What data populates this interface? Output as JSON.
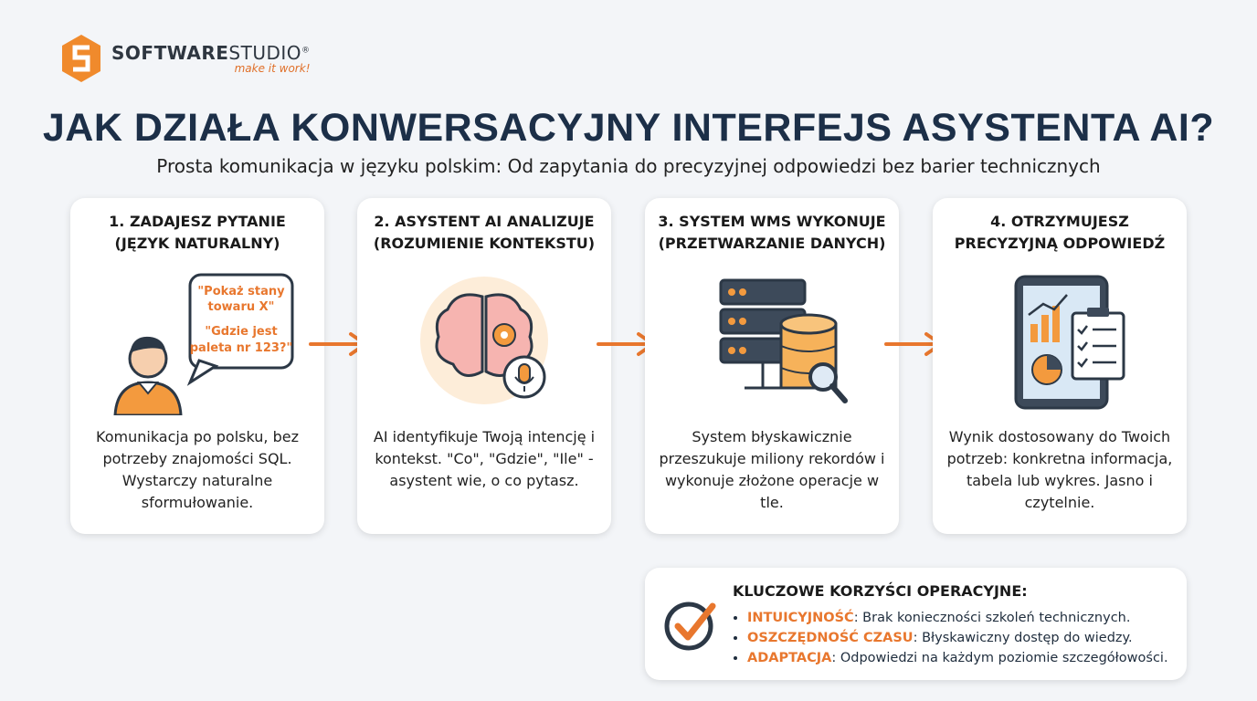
{
  "logo": {
    "brand_bold": "SOFTWARE",
    "brand_light": "STUDIO",
    "registered": "®",
    "tagline": "make it work!"
  },
  "title": "JAK DZIAŁA KONWERSACYJNY INTERFEJS ASYSTENTA AI?",
  "subtitle": "Prosta komunikacja w języku polskim: Od zapytania do precyzyjnej odpowiedzi bez barier technicznych",
  "colors": {
    "accent": "#e8772e",
    "navy": "#1c2f48",
    "dark": "#3a4654"
  },
  "steps": [
    {
      "title1": "1. ZADAJESZ PYTANIE",
      "title2": "(JĘZYK NATURALNY)",
      "icon": "user-speech-bubble-icon",
      "bubble1": "\"Pokaż stany towaru X\"",
      "bubble2": "\"Gdzie jest paleta nr 123?\"",
      "desc": "Komunikacja po polsku, bez potrzeby znajomości SQL. Wystarczy naturalne sformułowanie."
    },
    {
      "title1": "2. ASYSTENT AI ANALIZUJE",
      "title2": "(ROZUMIENIE KONTEKSTU)",
      "icon": "brain-gear-microphone-icon",
      "desc": "AI identyfikuje Twoją intencję i kontekst. \"Co\", \"Gdzie\", \"Ile\" - asystent wie, o co pytasz."
    },
    {
      "title1": "3. SYSTEM WMS WYKONUJE",
      "title2": "(PRZETWARZANIE DANYCH)",
      "icon": "server-database-search-icon",
      "desc": "System błyskawicznie przeszukuje miliony rekordów i wykonuje złożone operacje w tle."
    },
    {
      "title1": "4. OTRZYMUJESZ",
      "title2": "PRECYZYJNĄ ODPOWIEDŹ",
      "icon": "tablet-chart-checklist-icon",
      "desc": "Wynik dostosowany do Twoich potrzeb: konkretna informacja, tabela lub wykres. Jasno i czytelnie."
    }
  ],
  "benefits": {
    "title": "KLUCZOWE KORZYŚCI OPERACYJNE:",
    "items": [
      {
        "key": "INTUICYJNOŚĆ",
        "text": ": Brak konieczności szkoleń technicznych."
      },
      {
        "key": "OSZCZĘDNOŚĆ CZASU",
        "text": ": Błyskawiczny dostęp do wiedzy."
      },
      {
        "key": "ADAPTACJA",
        "text": ": Odpowiedzi na każdym poziomie szczegółowości."
      }
    ]
  }
}
